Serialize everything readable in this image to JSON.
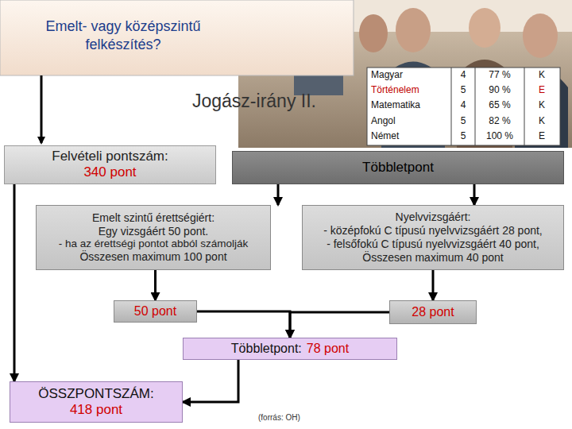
{
  "diagram": {
    "title": "Emelt- vagy középszintű felkészítés?",
    "nodes": [
      {
        "text": [
          "Felvételi pontszám:",
          "340 pont"
        ]
      },
      {
        "text": [
          "Többletpont"
        ]
      },
      {
        "text": [
          "Emelt szintű érettségiért:",
          "Egy vizsgáért 50 pont.",
          "- ha az érettségi pontot abból számolják",
          "Összesen maximum 100 pont"
        ]
      },
      {
        "text": [
          "Nyelvvizsgáért:",
          "- középfokú C típusú nyelvvizsgáért 28 pont,",
          "- felsőfokú C típusú nyelvvizsgáért 40 pont,",
          "Összesen maximum 40 pont"
        ]
      },
      {
        "text": [
          "50 pont"
        ]
      },
      {
        "text": [
          "28 pont"
        ]
      },
      {
        "text": [
          "Többletpont:",
          "78 pont"
        ]
      },
      {
        "text": [
          "ÖSSZPONTSZÁM:",
          "418 pont"
        ]
      }
    ],
    "edges": [
      {
        "from": 0,
        "to": 7,
        "arrow": "to"
      },
      {
        "from": 1,
        "to": 2,
        "arrow": "to"
      },
      {
        "from": 1,
        "to": 3,
        "arrow": "to"
      },
      {
        "from": 2,
        "to": 4,
        "arrow": "to"
      },
      {
        "from": 3,
        "to": 5,
        "arrow": "to"
      },
      {
        "from": 4,
        "to": 6,
        "arrow": "to"
      },
      {
        "from": 5,
        "to": 6,
        "arrow": "to"
      },
      {
        "from": 6,
        "to": 7,
        "arrow": "to"
      }
    ],
    "labels": [
      "Jogász-irány II.",
      "Magyar",
      "4",
      "77 %",
      "K",
      "Történelem",
      "5",
      "90 %",
      "E",
      "Matematika",
      "4",
      "65 %",
      "K",
      "Angol",
      "5",
      "82 %",
      "K",
      "Német",
      "5",
      "100 %",
      "E",
      "(forrás: OH)"
    ]
  }
}
